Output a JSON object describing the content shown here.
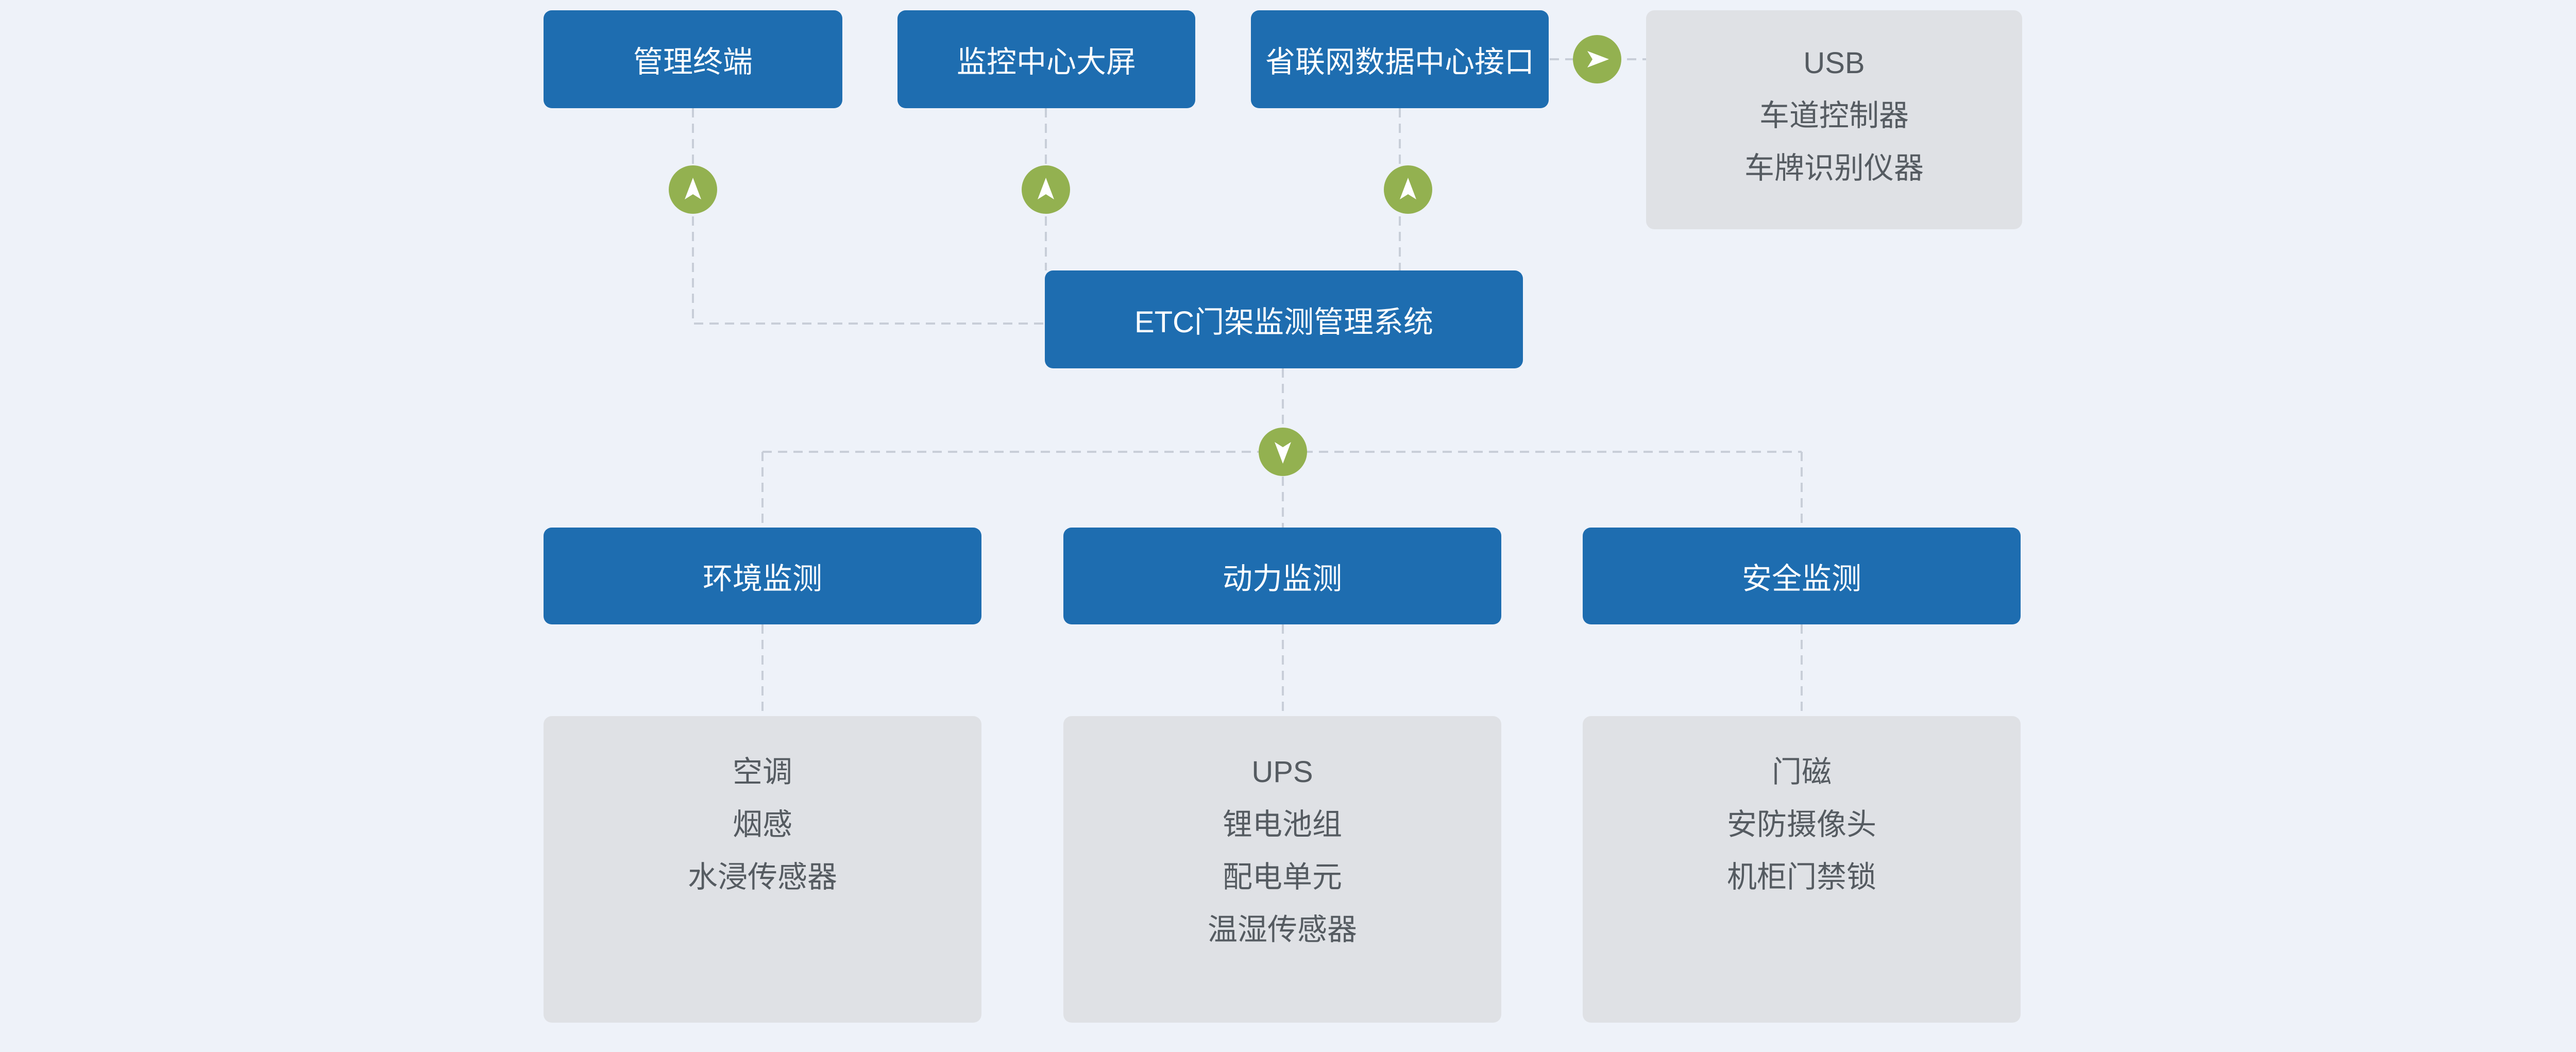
{
  "top": {
    "terminal": "管理终端",
    "screen": "监控中心大屏",
    "provincial": "省联网数据中心接口"
  },
  "external": {
    "items": [
      "USB",
      "车道控制器",
      "车牌识别仪器"
    ]
  },
  "center": {
    "title": "ETC门架监测管理系统"
  },
  "categories": {
    "env": {
      "label": "环境监测",
      "items": [
        "空调",
        "烟感",
        "水浸传感器"
      ]
    },
    "power": {
      "label": "动力监测",
      "items": [
        "UPS",
        "锂电池组",
        "配电单元",
        "温湿传感器"
      ]
    },
    "security": {
      "label": "安全监测",
      "items": [
        "门磁",
        "安防摄像头",
        "机柜门禁锁"
      ]
    }
  },
  "colors": {
    "background": "#eef2f9",
    "box_blue": "#1e6db0",
    "box_grey": "#dfe1e5",
    "arrow_green": "#93b150",
    "connector": "#c8ced8"
  },
  "icons": {
    "up": "arrow-up-icon",
    "down": "arrow-down-icon",
    "right": "arrow-right-icon"
  }
}
